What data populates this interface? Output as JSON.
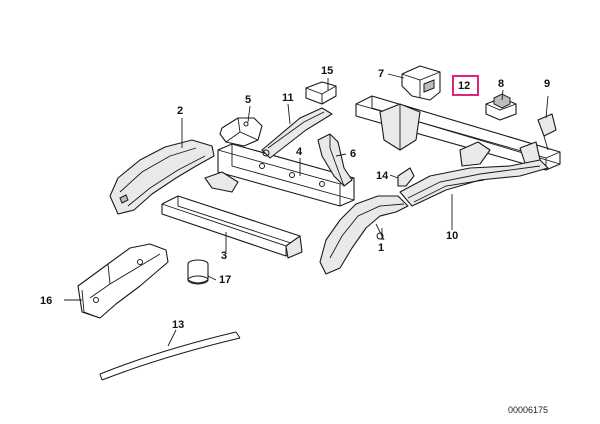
{
  "callouts": {
    "c1": "1",
    "c2": "2",
    "c3": "3",
    "c4": "4",
    "c5": "5",
    "c6": "6",
    "c7": "7",
    "c8": "8",
    "c9": "9",
    "c10": "10",
    "c11": "11",
    "c12": "12",
    "c13": "13",
    "c14": "14",
    "c15": "15",
    "c16": "16",
    "c17": "17"
  },
  "highlighted_callout": "12",
  "highlight_color": "#e0247c",
  "diagram_ref": "00006175"
}
